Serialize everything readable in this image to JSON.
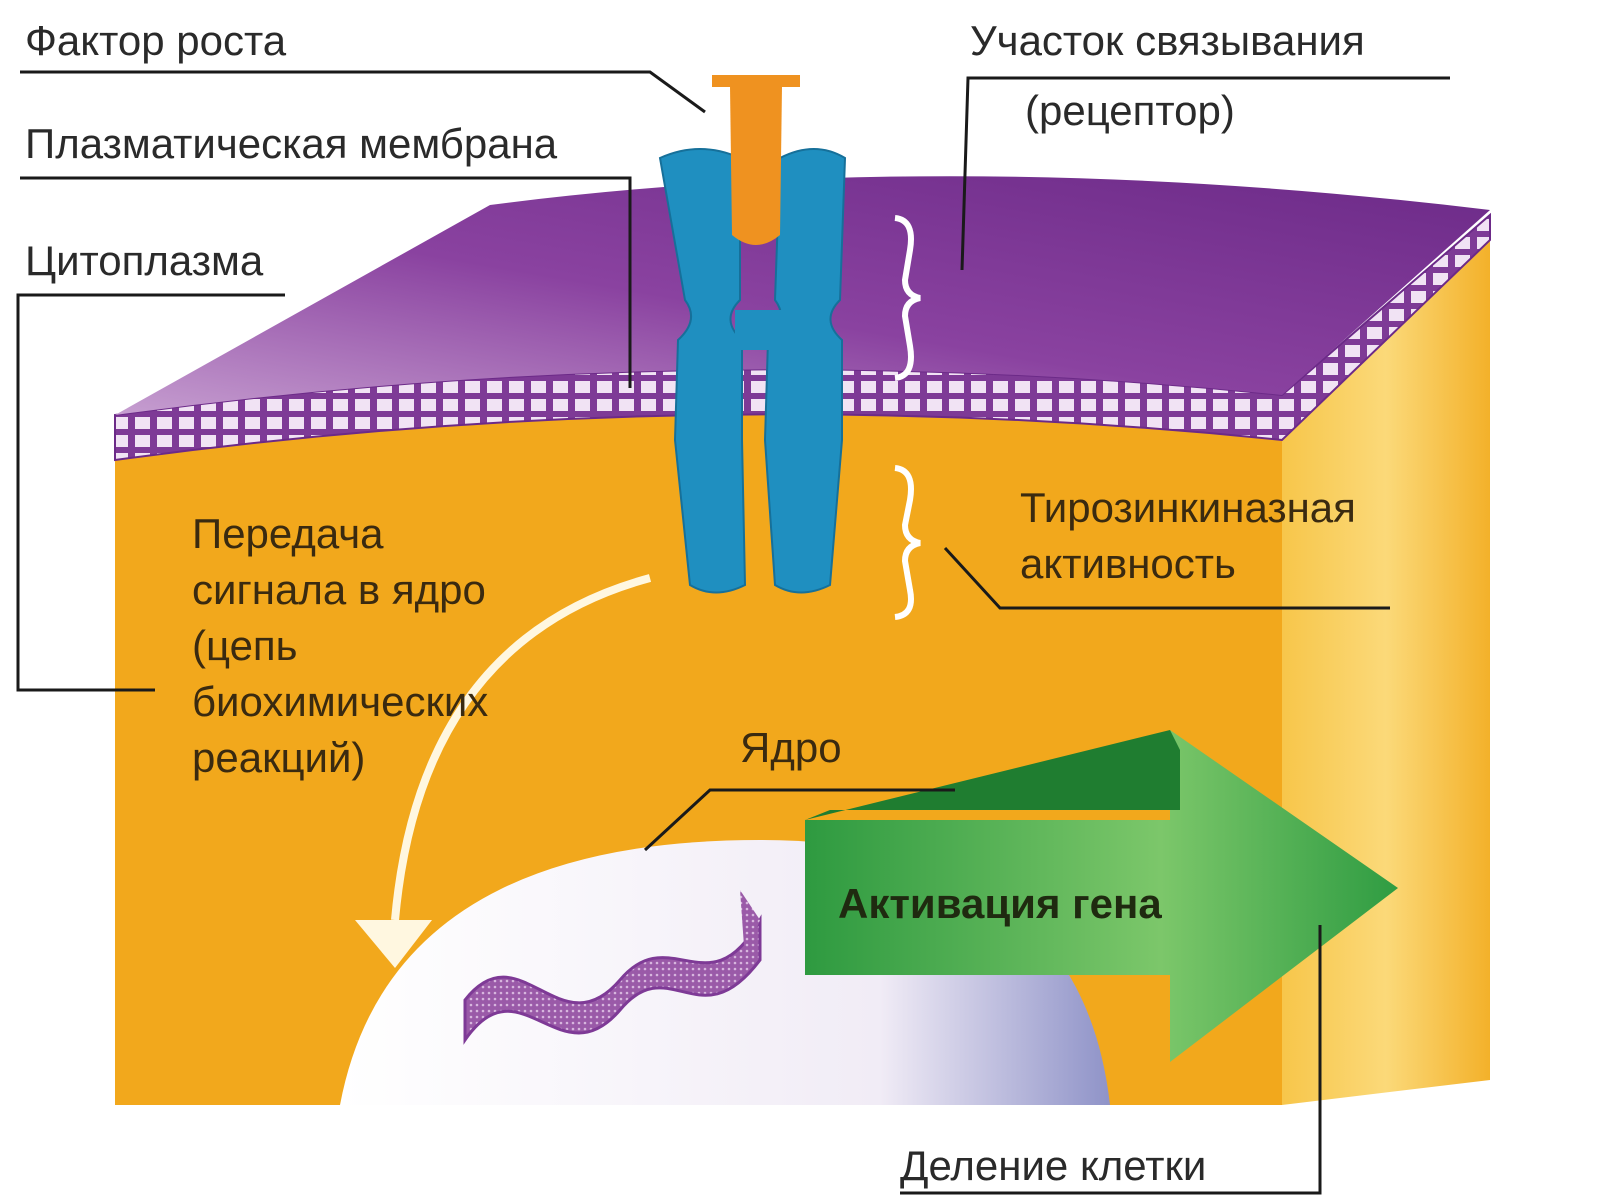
{
  "labels": {
    "growth_factor": "Фактор роста",
    "plasma_membrane": "Плазматическая мембрана",
    "cytoplasm": "Цитоплазма",
    "binding_site_line1": "Участок связывания",
    "binding_site_line2": "(рецептор)",
    "tyrosine_kinase_line1": "Тирозинкиназная",
    "tyrosine_kinase_line2": "активность",
    "signal_line1": "Передача",
    "signal_line2": "сигнала в ядро",
    "signal_line3": "(цепь",
    "signal_line4": "биохимических",
    "signal_line5": "реакций)",
    "nucleus": "Ядро",
    "gene_activation": "Активация гена",
    "cell_division": "Деление клетки"
  },
  "colors": {
    "cytoplasm": "#f2a81c",
    "cytoplasm_side": "#f7c64a",
    "membrane_top": "#7e3a96",
    "membrane_lattice": "#e9d9ef",
    "receptor": "#1f8fc0",
    "growth_factor": "#ef9220",
    "nucleus": "#f6f1f8",
    "dna": "#9a5aa8",
    "arrow_green": "#39a24a",
    "signal_arrow": "#fff7e0"
  }
}
